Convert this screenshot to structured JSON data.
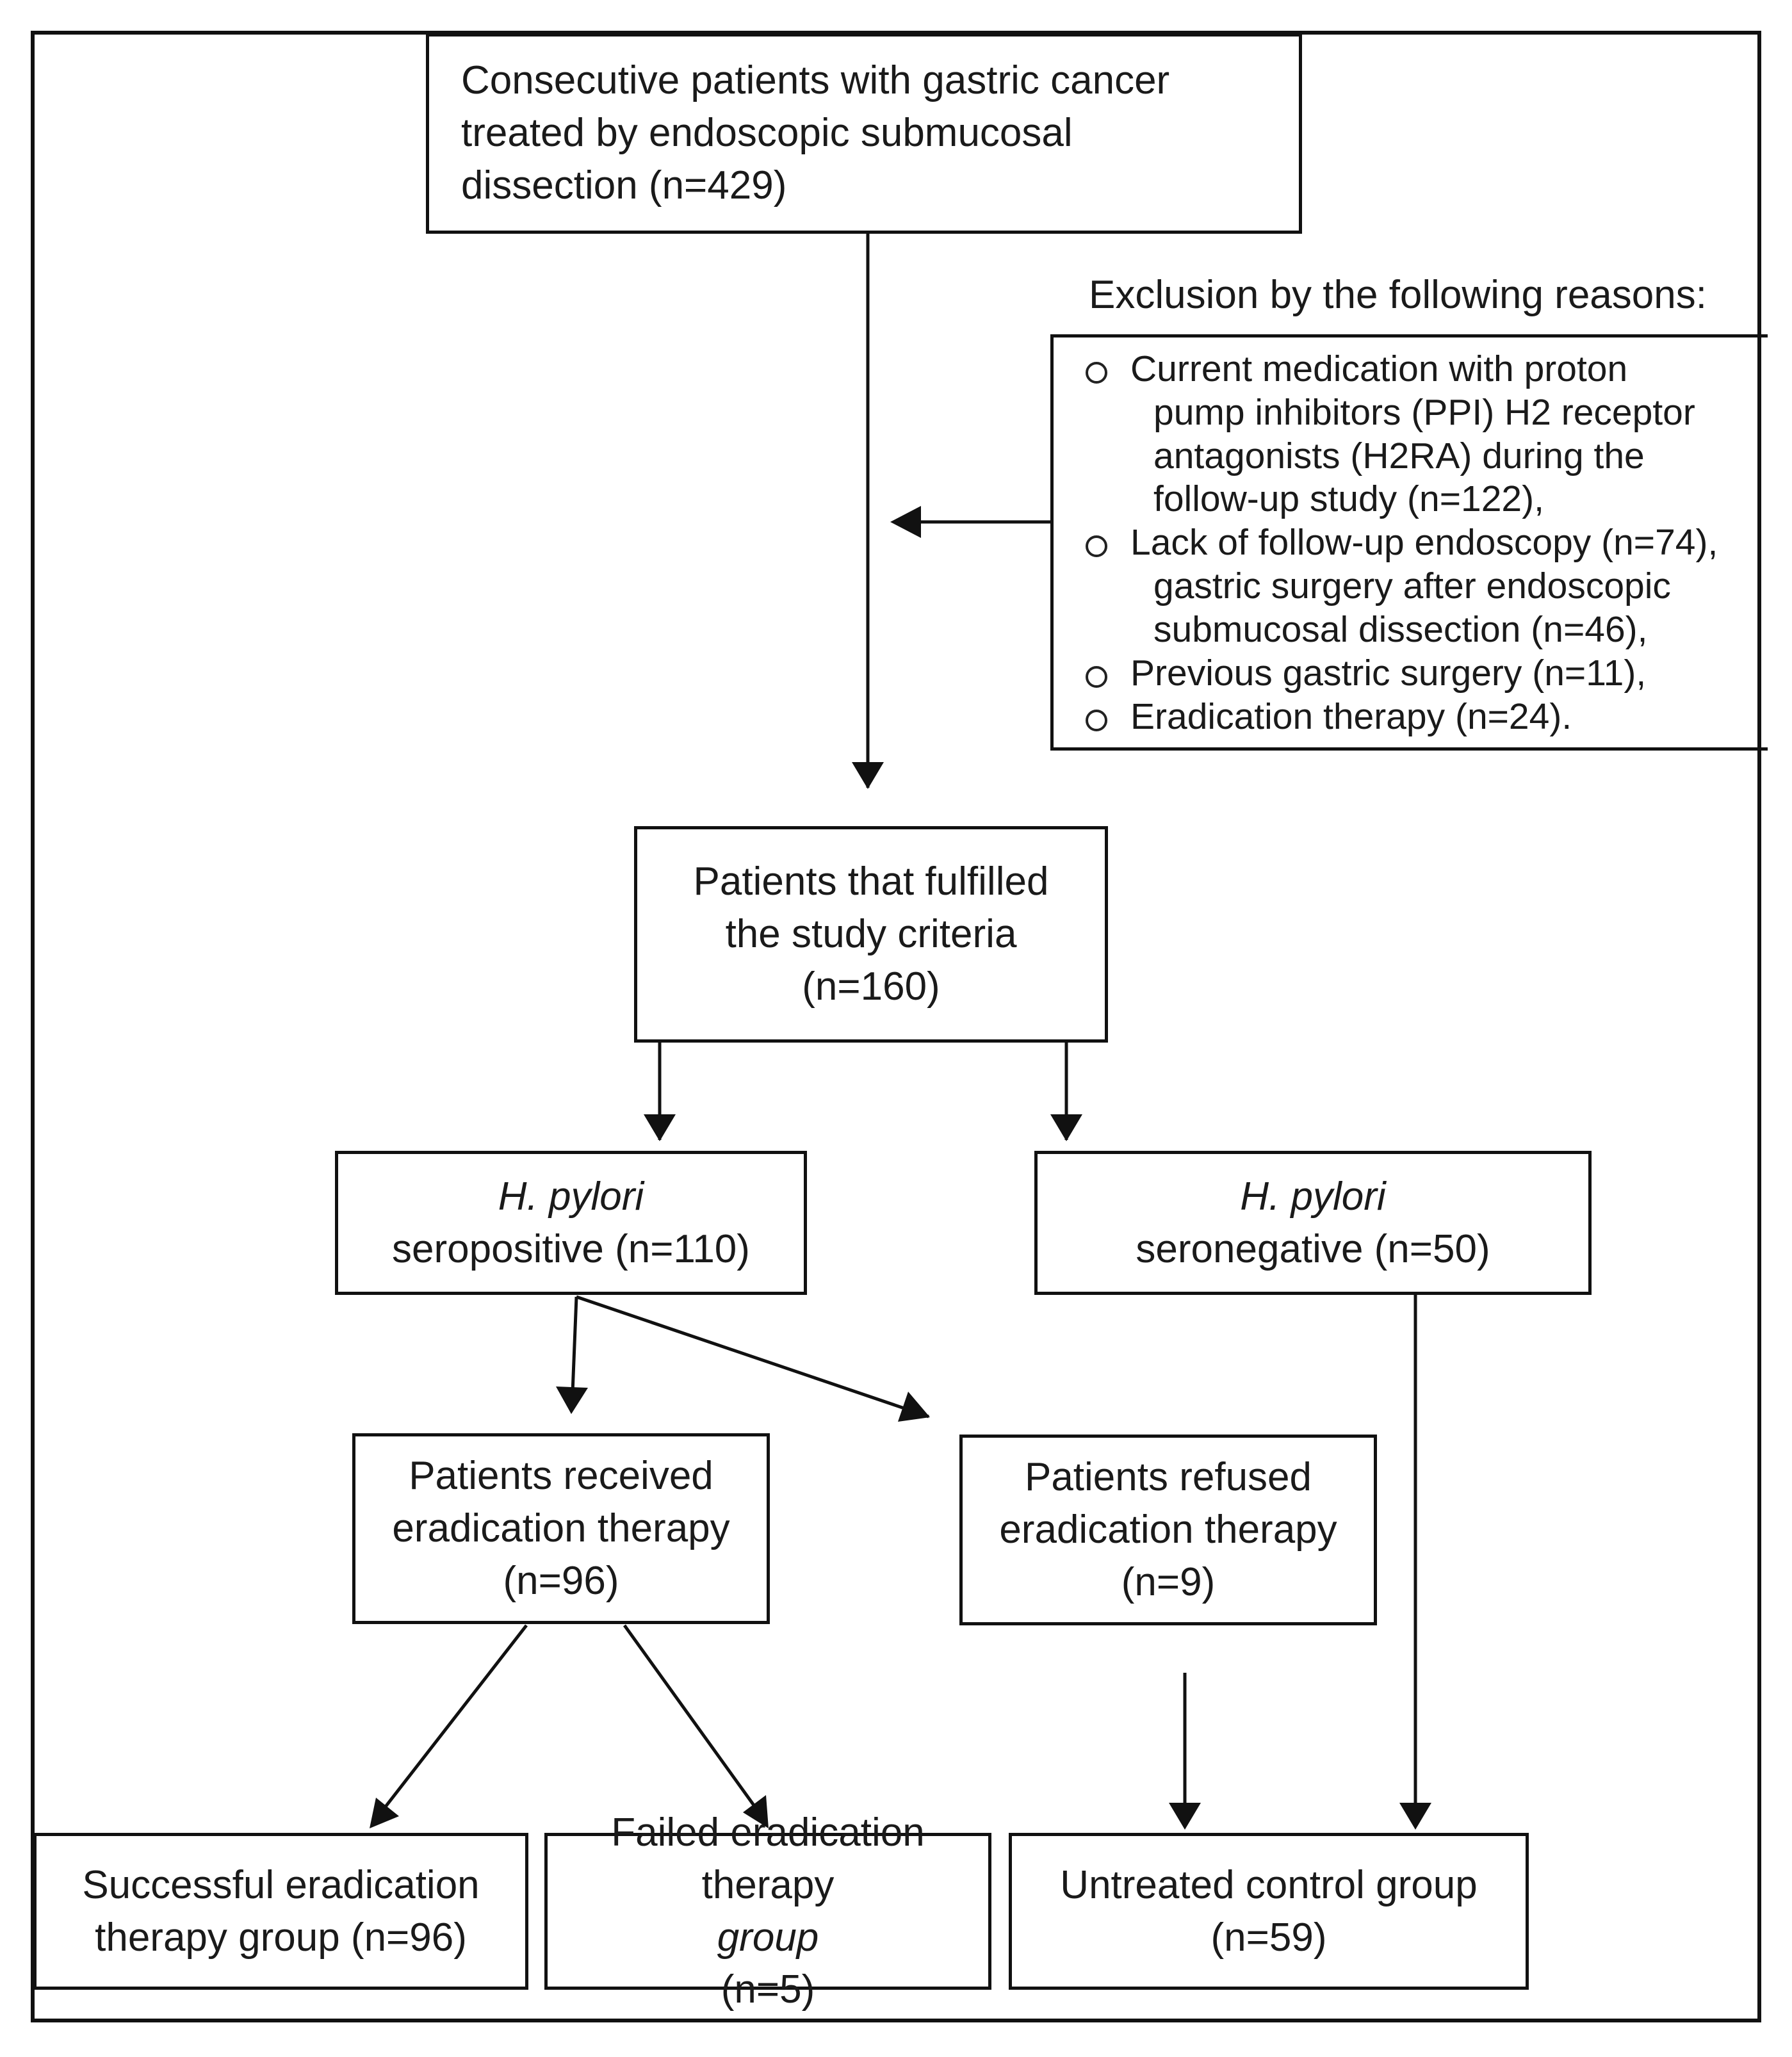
{
  "boxes": {
    "consecutive": {
      "line1": "Consecutive patients with gastric cancer",
      "line2": "treated by endoscopic submucosal",
      "line3": "dissection (n=429)"
    },
    "exclusion_caption": "Exclusion by the following reasons:",
    "exclusion_items": [
      {
        "lines": [
          "Current medication with proton",
          "pump inhibitors (PPI) H2 receptor",
          "antagonists (H2RA) during the",
          "follow-up study (n=122),"
        ]
      },
      {
        "lines": [
          "Lack of follow-up endoscopy (n=74),",
          "gastric surgery after endoscopic",
          "submucosal dissection (n=46),"
        ]
      },
      {
        "lines": [
          "Previous gastric surgery (n=11),"
        ]
      },
      {
        "lines": [
          "Eradication therapy (n=24)."
        ]
      }
    ],
    "fulfilled": {
      "line1": "Patients that fulfilled",
      "line2": "the study criteria",
      "line3": "(n=160)"
    },
    "seropositive": {
      "line1": "H. pylori",
      "line2": "seropositive (n=110)"
    },
    "seronegative": {
      "line1": "H. pylori",
      "line2": "seronegative (n=50)"
    },
    "received": {
      "line1": "Patients received",
      "line2": "eradication therapy",
      "line3": "(n=96)"
    },
    "refused": {
      "line1": "Patients refused",
      "line2": "eradication therapy",
      "line3": "(n=9)"
    },
    "successful": {
      "line1": "Successful eradication",
      "line2": "therapy group (n=96)"
    },
    "failed": {
      "line1": "Failed eradication",
      "line2a": "therapy ",
      "line2b": "group",
      "line2c": " (n=5)"
    },
    "control": {
      "line1": "Untreated control group",
      "line2": "(n=59)"
    }
  },
  "colors": {
    "line": "#111111",
    "background": "#ffffff"
  }
}
